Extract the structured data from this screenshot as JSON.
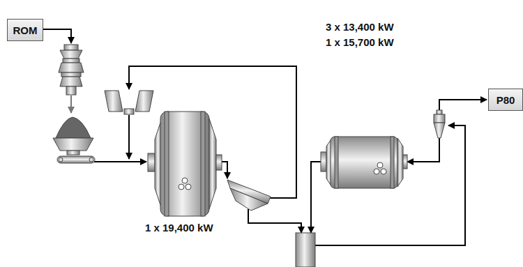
{
  "diagram": {
    "nodes": [
      {
        "text": [
          "ROM"
        ]
      },
      {
        "text": [
          "P80"
        ]
      }
    ],
    "labels": [
      "3 x 13,400 kW",
      "1 x 15,700 kW",
      "1 x 19,400 kW"
    ]
  }
}
